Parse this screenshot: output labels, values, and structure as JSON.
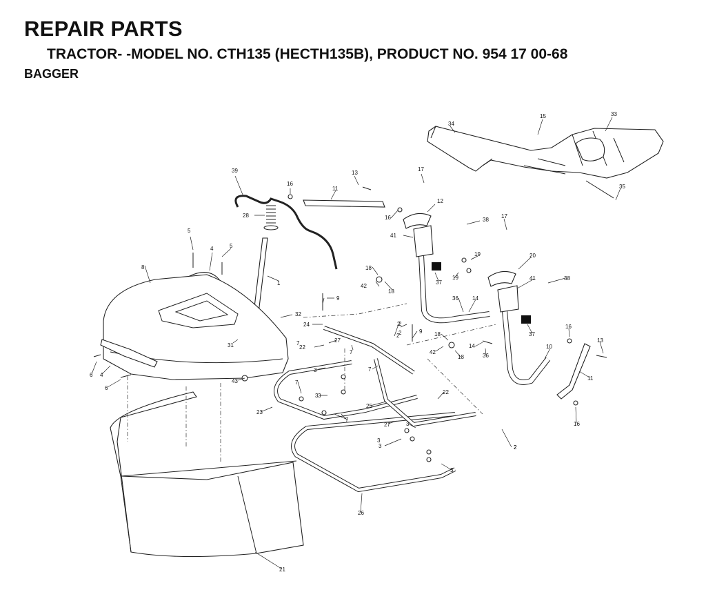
{
  "header": {
    "title": "REPAIR PARTS",
    "subtitle": "TRACTOR- -MODEL NO. CTH135 (HECTH135B), PRODUCT NO. 954 17 00-68",
    "section": "BAGGER"
  },
  "callouts": [
    "34",
    "15",
    "33",
    "35",
    "39",
    "16",
    "13",
    "11",
    "17",
    "12",
    "16",
    "28",
    "38",
    "41",
    "5",
    "4",
    "5",
    "1",
    "17",
    "8",
    "19",
    "20",
    "18",
    "42",
    "18",
    "19",
    "37",
    "41",
    "38",
    "9",
    "36",
    "14",
    "32",
    "24",
    "2",
    "27",
    "22",
    "31",
    "7",
    "2",
    "18",
    "42",
    "18",
    "14",
    "36",
    "9",
    "7",
    "37",
    "16",
    "10",
    "13",
    "6",
    "4",
    "6",
    "3",
    "7",
    "3",
    "3",
    "7",
    "43",
    "11",
    "23",
    "2",
    "7",
    "22",
    "25",
    "3",
    "27",
    "3",
    "3",
    "2",
    "16",
    "3",
    "26",
    "21",
    "2",
    "2"
  ]
}
